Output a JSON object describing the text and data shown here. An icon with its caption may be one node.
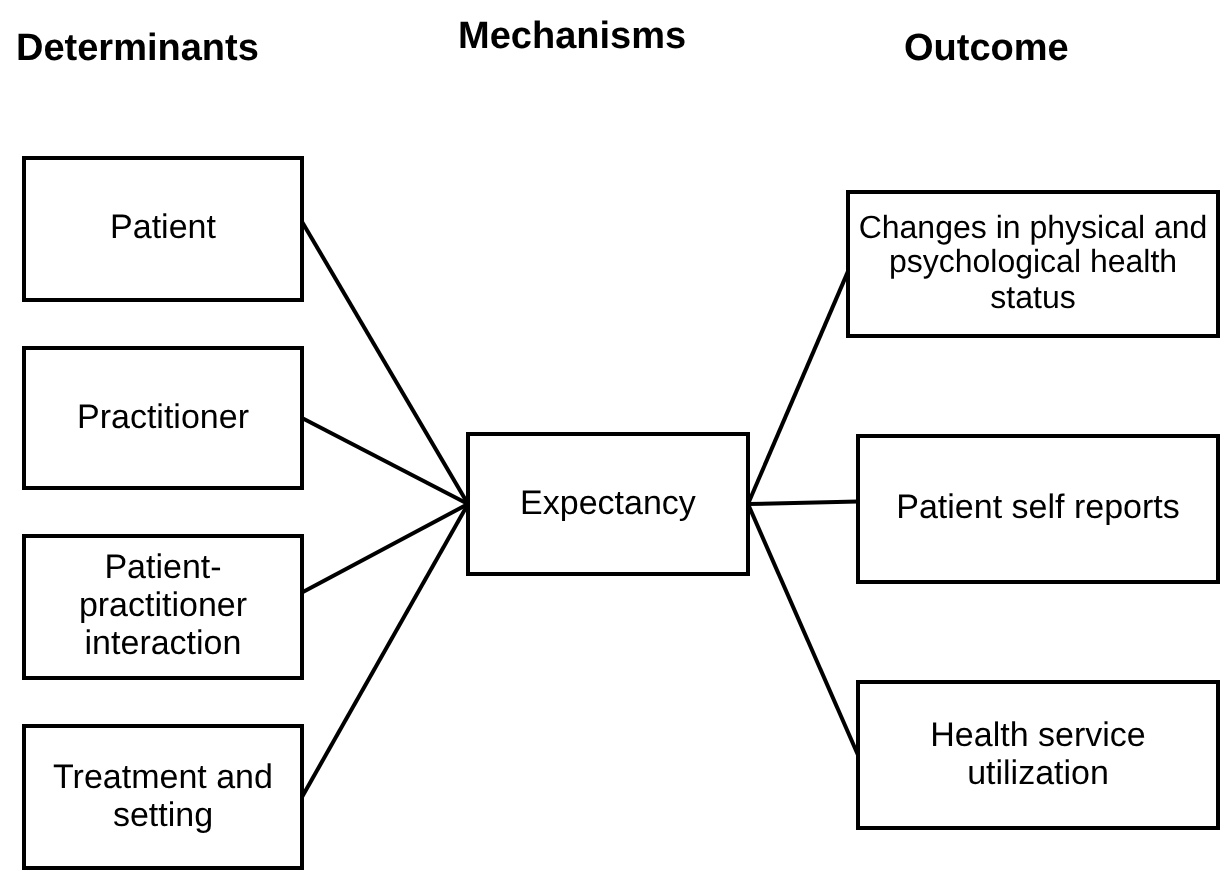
{
  "diagram": {
    "nodes": [
      {
        "text": [
          "Patient"
        ]
      },
      {
        "text": [
          "Practitioner"
        ]
      },
      {
        "text": [
          "Patient- practitioner interaction"
        ]
      },
      {
        "text": [
          "Treatment and setting"
        ]
      },
      {
        "text": [
          "Expectancy"
        ]
      },
      {
        "text": [
          "Changes in physical and psychological health status"
        ]
      },
      {
        "text": [
          "Patient self reports"
        ]
      },
      {
        "text": [
          "Health service utilization"
        ]
      }
    ],
    "edges": [
      {
        "from": 0,
        "to": 4,
        "arrow": "none"
      },
      {
        "from": 1,
        "to": 4,
        "arrow": "none"
      },
      {
        "from": 2,
        "to": 4,
        "arrow": "none"
      },
      {
        "from": 3,
        "to": 4,
        "arrow": "none"
      },
      {
        "from": 4,
        "to": 5,
        "arrow": "none"
      },
      {
        "from": 4,
        "to": 6,
        "arrow": "none"
      },
      {
        "from": 4,
        "to": 7,
        "arrow": "none"
      }
    ],
    "labels": [
      "Determinants",
      "Mechanisms",
      "Outcome"
    ]
  }
}
